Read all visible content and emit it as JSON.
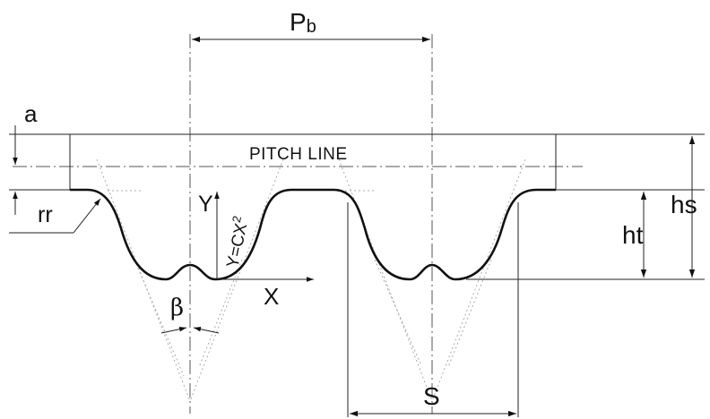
{
  "labels": {
    "pb": {
      "main": "P",
      "sub": "b"
    },
    "a": "a",
    "pitch_line": "PITCH LINE",
    "rr": "rr",
    "y_axis": "Y",
    "formula": {
      "main": "Y=CX",
      "exp": "2"
    },
    "hs": "hs",
    "ht": "ht",
    "beta": "β",
    "x_axis": "X",
    "s": "S"
  },
  "colors": {
    "profile": "#111111",
    "dimension": "#222222",
    "construction": "#aaaaaa"
  }
}
